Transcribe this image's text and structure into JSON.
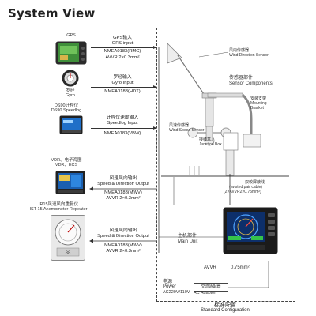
{
  "title": "System View",
  "devices": {
    "gps": "GPS",
    "gyro": [
      "罗经",
      "Gyro"
    ],
    "speed_log": [
      "DS90计程仪",
      "DS90 Speedlog"
    ],
    "vdr": [
      "VDR、电子海图",
      "VDR、ECS"
    ],
    "anemometer": [
      "IR15风速风向重复仪",
      "IST-15 Anemometer Repeater"
    ]
  },
  "signals": {
    "gps": [
      "GPS输入",
      "GPS input",
      "NMEA0183(RMC)",
      "AVVR 2×0.3mm²"
    ],
    "gyro": [
      "罗经输入",
      "Gyro Input",
      "NMEA0183(HDT)"
    ],
    "speed": [
      "计程仪速度输入",
      "Speedlog Input",
      "NMEA0183(VBW)"
    ],
    "vdr": [
      "风速风向输出",
      "Speed & Direction Output",
      "NMEA0183(MWV)",
      "AVVR 2×0.3mm²"
    ],
    "rep": [
      "风速风向输出",
      "Speed & Direction Output",
      "NMEA0183(MWV)",
      "AVVR 2×0.3mm²"
    ]
  },
  "components": {
    "wind_dir": [
      "风向传感器",
      "Wind Direction Sensor"
    ],
    "sensor_parts": [
      "传感器部件",
      "Sensor Components"
    ],
    "bracket": [
      "安装支架",
      "Mounting",
      "Bracket"
    ],
    "wind_speed": [
      "风速传感器",
      "Wind Speed Sensor"
    ],
    "junction": [
      "接线盒",
      "Junction Box"
    ],
    "cable": [
      "双绞屏蔽线",
      "(twisted pair cable)",
      "(2×AVVR2×0.75mm²)"
    ],
    "main": [
      "主机部件",
      "Main Unit"
    ],
    "avvr": [
      "AVVR",
      "0.75mm²"
    ],
    "power": [
      "电源",
      "Power",
      "AC220V/110V"
    ],
    "adapter": [
      "交流适配器",
      "AC Adapter"
    ]
  },
  "footer": [
    "标准配置",
    "Standard Configuration"
  ]
}
